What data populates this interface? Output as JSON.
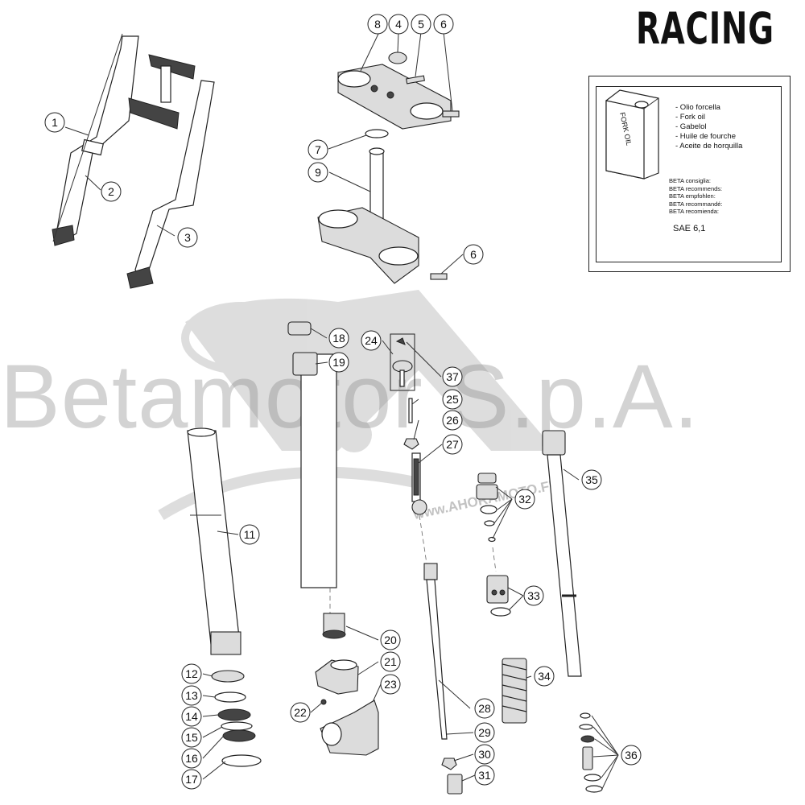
{
  "title": "RACING",
  "oil_box": {
    "can_label": "FORK OIL",
    "names": [
      "- Olio forcella",
      "- Fork oil",
      "- Gabelol",
      "- Huile de fourche",
      "- Aceite de horquilla"
    ],
    "recommends": [
      "BETA consiglia:",
      "BETA recommends:",
      "BETA empfohlen:",
      "BETA recommandé:",
      "BETA recomienda:"
    ],
    "grade": "SAE 6,1"
  },
  "watermark": {
    "text": "Betamotor S.p.A.",
    "site": "www.AHORAMOTO.FR"
  },
  "callouts": [
    {
      "id": "c1",
      "label": "1"
    },
    {
      "id": "c2",
      "label": "2"
    },
    {
      "id": "c3",
      "label": "3"
    },
    {
      "id": "c4",
      "label": "4"
    },
    {
      "id": "c5",
      "label": "5"
    },
    {
      "id": "c6a",
      "label": "6"
    },
    {
      "id": "c6b",
      "label": "6"
    },
    {
      "id": "c7",
      "label": "7"
    },
    {
      "id": "c8",
      "label": "8"
    },
    {
      "id": "c9",
      "label": "9"
    },
    {
      "id": "c11",
      "label": "11"
    },
    {
      "id": "c12",
      "label": "12"
    },
    {
      "id": "c13",
      "label": "13"
    },
    {
      "id": "c14",
      "label": "14"
    },
    {
      "id": "c15",
      "label": "15"
    },
    {
      "id": "c16",
      "label": "16"
    },
    {
      "id": "c17",
      "label": "17"
    },
    {
      "id": "c18",
      "label": "18"
    },
    {
      "id": "c19",
      "label": "19"
    },
    {
      "id": "c20",
      "label": "20"
    },
    {
      "id": "c21",
      "label": "21"
    },
    {
      "id": "c22",
      "label": "22"
    },
    {
      "id": "c23",
      "label": "23"
    },
    {
      "id": "c24",
      "label": "24"
    },
    {
      "id": "c25",
      "label": "25"
    },
    {
      "id": "c26",
      "label": "26"
    },
    {
      "id": "c27",
      "label": "27"
    },
    {
      "id": "c28",
      "label": "28"
    },
    {
      "id": "c29",
      "label": "29"
    },
    {
      "id": "c30",
      "label": "30"
    },
    {
      "id": "c31",
      "label": "31"
    },
    {
      "id": "c32",
      "label": "32"
    },
    {
      "id": "c33",
      "label": "33"
    },
    {
      "id": "c34",
      "label": "34"
    },
    {
      "id": "c35",
      "label": "35"
    },
    {
      "id": "c36",
      "label": "36"
    },
    {
      "id": "c37",
      "label": "37"
    }
  ]
}
